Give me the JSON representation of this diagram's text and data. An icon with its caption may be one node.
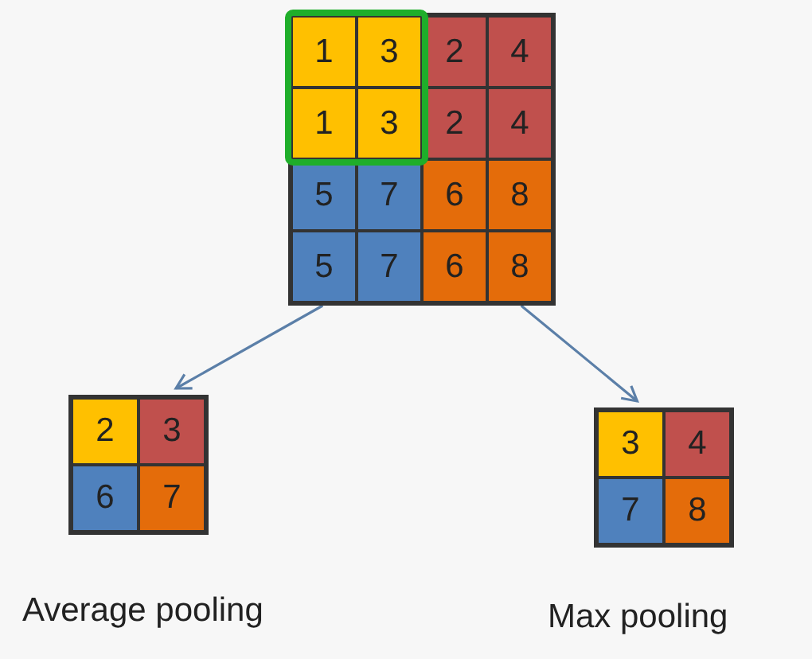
{
  "diagram": {
    "nodes": [
      {
        "text": [],
        "shape": "box"
      },
      {
        "text": [
          "1"
        ],
        "in": 0
      },
      {
        "text": [
          "3"
        ],
        "in": 0
      },
      {
        "text": [
          "2"
        ],
        "in": 0
      },
      {
        "text": [
          "4"
        ],
        "in": 0
      },
      {
        "text": [
          "1"
        ],
        "in": 0
      },
      {
        "text": [
          "3"
        ],
        "in": 0
      },
      {
        "text": [
          "2"
        ],
        "in": 0
      },
      {
        "text": [
          "4"
        ],
        "in": 0
      },
      {
        "text": [
          "5"
        ],
        "in": 0
      },
      {
        "text": [
          "7"
        ],
        "in": 0
      },
      {
        "text": [
          "6"
        ],
        "in": 0
      },
      {
        "text": [
          "8"
        ],
        "in": 0
      },
      {
        "text": [
          "5"
        ],
        "in": 0
      },
      {
        "text": [
          "7"
        ],
        "in": 0
      },
      {
        "text": [
          "6"
        ],
        "in": 0
      },
      {
        "text": [
          "8"
        ],
        "in": 0
      },
      {
        "text": [],
        "shape": "box",
        "beside": [
          "Average pooling"
        ]
      },
      {
        "text": [
          "2"
        ],
        "in": 17
      },
      {
        "text": [
          "3"
        ],
        "in": 17
      },
      {
        "text": [
          "6"
        ],
        "in": 17
      },
      {
        "text": [
          "7"
        ],
        "in": 17
      },
      {
        "text": [],
        "shape": "box",
        "beside": [
          "Max pooling"
        ]
      },
      {
        "text": [
          "3"
        ],
        "in": 22
      },
      {
        "text": [
          "4"
        ],
        "in": 22
      },
      {
        "text": [
          "7"
        ],
        "in": 22
      },
      {
        "text": [
          "8"
        ],
        "in": 22
      }
    ],
    "edges": [
      {
        "from": 0,
        "to": 17,
        "arrow": "to"
      },
      {
        "from": 0,
        "to": 22,
        "arrow": "to"
      }
    ]
  }
}
